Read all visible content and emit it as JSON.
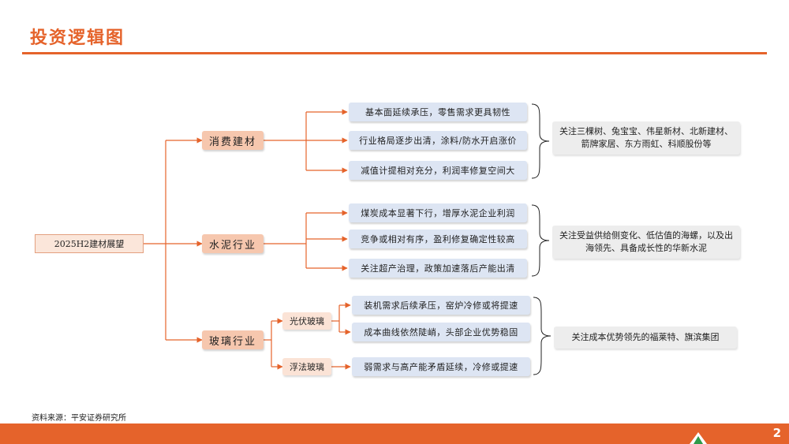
{
  "header": {
    "title": "投资逻辑图"
  },
  "root": {
    "label": "2025H2建材展望"
  },
  "categories": [
    {
      "label": "消费建材",
      "points": [
        "基本面延续承压，零售需求更具韧性",
        "行业格局逐步出清，涂料/防水开启涨价",
        "减值计提相对充分，利润率修复空间大"
      ],
      "focus": "关注三棵树、兔宝宝、伟星新材、北新建材、箭牌家居、东方雨虹、科顺股份等"
    },
    {
      "label": "水泥行业",
      "points": [
        "煤炭成本显著下行，增厚水泥企业利润",
        "竞争或相对有序，盈利修复确定性较高",
        "关注超产治理，政策加速落后产能出清"
      ],
      "focus": "关注受益供给侧变化、低估值的海螺，以及出海领先、具备成长性的华新水泥"
    },
    {
      "label": "玻璃行业",
      "subs": [
        {
          "label": "光伏玻璃",
          "points": [
            "装机需求后续承压，窑炉冷修或将提速",
            "成本曲线依然陡峭，头部企业优势稳固"
          ]
        },
        {
          "label": "浮法玻璃",
          "points": [
            "弱需求与高产能矛盾延续，冷修或提速"
          ]
        }
      ],
      "focus": "关注成本优势领先的福莱特、旗滨集团"
    }
  ],
  "footer": {
    "source": "资料来源：平安证券研究所",
    "page": "2"
  },
  "colors": {
    "accent": "#E5632B",
    "category_fill": "#F6C7AE",
    "point_fill": "#DDE5F3",
    "focus_fill": "#EDEDED"
  }
}
